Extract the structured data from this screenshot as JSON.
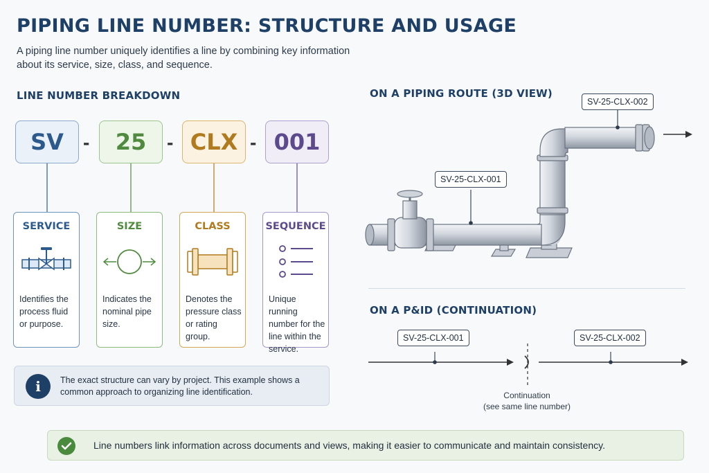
{
  "title": "PIPING LINE NUMBER: STRUCTURE AND USAGE",
  "subtitle": "A piping line number uniquely identifies a line by combining key information about its service, size, class, and sequence.",
  "breakdown": {
    "heading": "LINE NUMBER BREAKDOWN",
    "separator": "-",
    "segments": [
      {
        "value": "SV",
        "color": "#2d5a8c"
      },
      {
        "value": "25",
        "color": "#4f8a3e"
      },
      {
        "value": "CLX",
        "color": "#b07a1e"
      },
      {
        "value": "001",
        "color": "#5c4a8c"
      }
    ],
    "cards": [
      {
        "title": "SERVICE",
        "desc": "Identifies the process fluid or purpose.",
        "icon": "valve-icon"
      },
      {
        "title": "SIZE",
        "desc": "Indicates the nominal pipe size.",
        "icon": "pipe-diameter-icon"
      },
      {
        "title": "CLASS",
        "desc": "Denotes the pressure class or rating group.",
        "icon": "flanged-spool-icon"
      },
      {
        "title": "SEQUENCE",
        "desc": "Unique running number for the line within the service.",
        "icon": "list-icon"
      }
    ]
  },
  "info": {
    "icon": "info-icon",
    "symbol": "i",
    "text": "The exact structure can vary by project. This example shows a common approach to organizing line identification."
  },
  "route3d": {
    "heading": "ON A PIPING ROUTE (3D VIEW)",
    "label_lower": "SV-25-CLX-001",
    "label_upper": "SV-25-CLX-002"
  },
  "pid": {
    "heading": "ON A P&ID (CONTINUATION)",
    "label_left": "SV-25-CLX-001",
    "label_right": "SV-25-CLX-002",
    "continuation_label": "Continuation",
    "continuation_note": "(see same line number)"
  },
  "footer": {
    "icon": "checkmark-icon",
    "text": "Line numbers link information across documents and views, making it easier to communicate and maintain consistency."
  }
}
